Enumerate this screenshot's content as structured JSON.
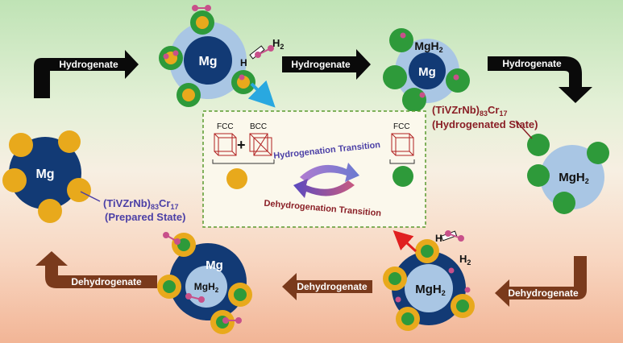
{
  "arrows": {
    "top_left": "Hydrogenate",
    "top_mid": "Hydrogenate",
    "top_right": "Hydrogenate",
    "bottom_right": "Dehydrogenate",
    "bottom_mid": "Dehydrogenate",
    "bottom_left": "Dehydrogenate"
  },
  "particles": {
    "mg": "Mg",
    "mgh2_base": "MgH",
    "sub2": "2",
    "h": "H",
    "h2_base": "H"
  },
  "states": {
    "prepared_formula_a": "(TiVZrNb)",
    "prepared_formula_sub_a": "83",
    "prepared_formula_b": "Cr",
    "prepared_formula_sub_b": "17",
    "prepared_state": "(Prepared State)",
    "hydrogenated_formula_a": "(TiVZrNb)",
    "hydrogenated_formula_sub_a": "83",
    "hydrogenated_formula_b": "Cr",
    "hydrogenated_formula_sub_b": "17",
    "hydrogenated_state": "(Hydrogenated State)"
  },
  "center": {
    "fcc_left": "FCC",
    "plus": "+",
    "bcc": "BCC",
    "fcc_right": "FCC",
    "hydrogenation_transition": "Hydrogenation Transition",
    "dehydrogenation_transition": "Dehydrogenation Transition"
  },
  "colors": {
    "arrow_black": "#0a0a0a",
    "arrow_brown": "#7a3a1c",
    "mg_dark_blue": "#123a75",
    "mgh2_light_blue": "#a9c6e4",
    "catalyst_gold": "#e8a91c",
    "hydride_green": "#2e9a3a",
    "hydrogen_pink": "#c8508a",
    "purple_text": "#4b3fa6",
    "maroon_text": "#8a1f26"
  }
}
